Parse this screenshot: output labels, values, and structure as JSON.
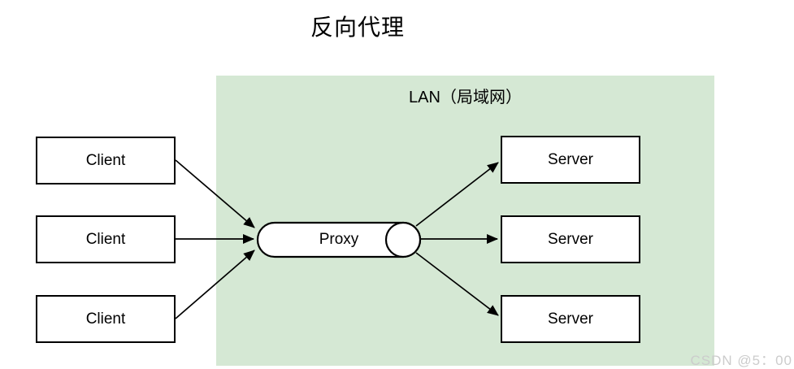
{
  "title": "反向代理",
  "lan_zone": {
    "label": "LAN（局域网）"
  },
  "nodes": {
    "clients": [
      "Client",
      "Client",
      "Client"
    ],
    "proxy": "Proxy",
    "servers": [
      "Server",
      "Server",
      "Server"
    ]
  },
  "watermark": "CSDN @5：00",
  "colors": {
    "lan_fill": "#d5e8d4",
    "node_fill": "#ffffff",
    "stroke": "#000000",
    "watermark_text": "#cccccc"
  }
}
